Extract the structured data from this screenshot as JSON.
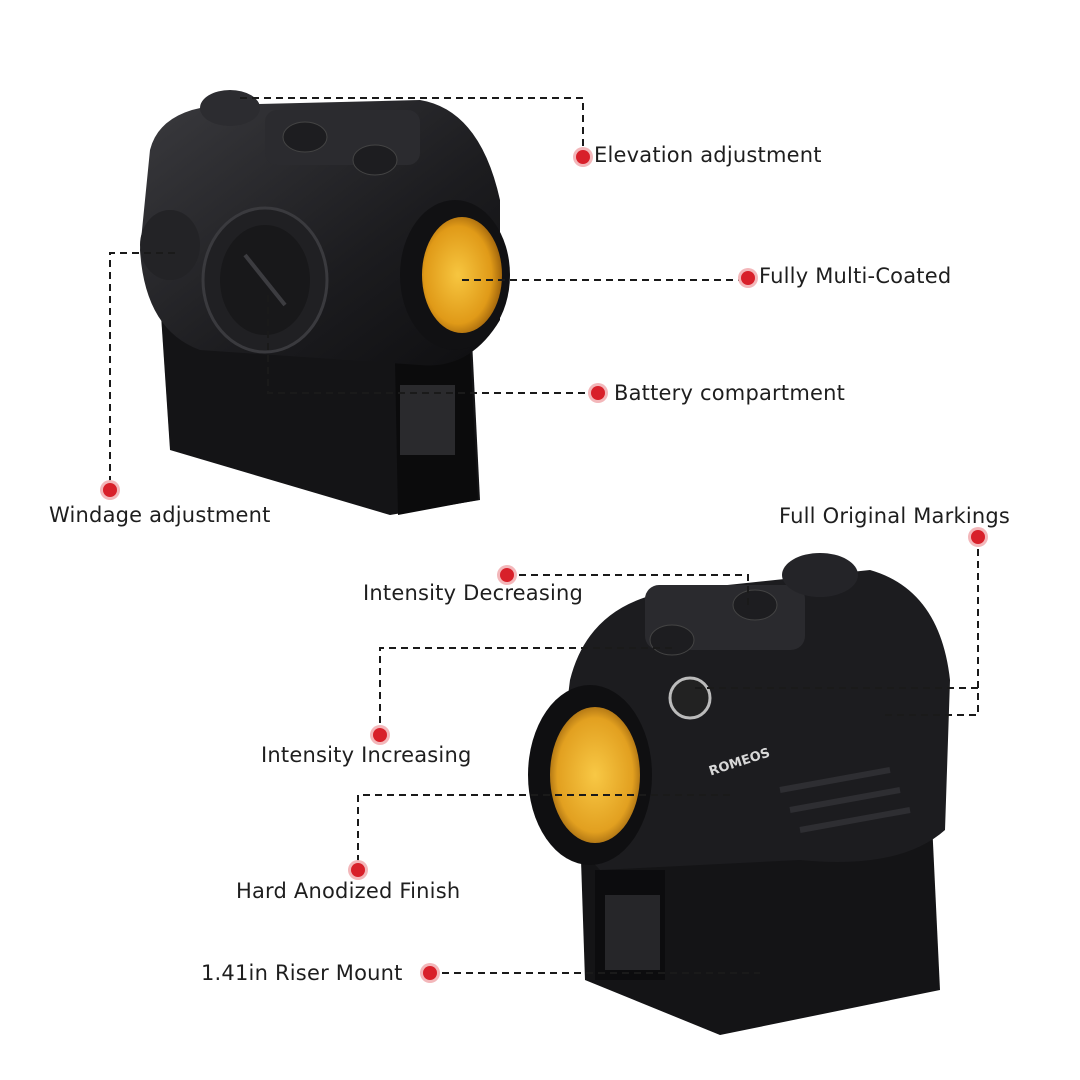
{
  "product": {
    "brand_marking": "ROMEOS",
    "colors": {
      "body": "#1a1a1c",
      "lens": "#e8a21c",
      "callout_dot": "#d8202a",
      "text": "#1e1e1e"
    }
  },
  "callouts": [
    {
      "id": "elevation",
      "label": "Elevation adjustment"
    },
    {
      "id": "multicoated",
      "label": "Fully Multi-Coated"
    },
    {
      "id": "battery",
      "label": "Battery compartment"
    },
    {
      "id": "windage",
      "label": "Windage adjustment"
    },
    {
      "id": "markings",
      "label": "Full Original Markings"
    },
    {
      "id": "int_dec",
      "label": "Intensity Decreasing"
    },
    {
      "id": "int_inc",
      "label": "Intensity Increasing"
    },
    {
      "id": "anodized",
      "label": "Hard Anodized Finish"
    },
    {
      "id": "riser",
      "label": "1.41in Riser Mount"
    }
  ]
}
